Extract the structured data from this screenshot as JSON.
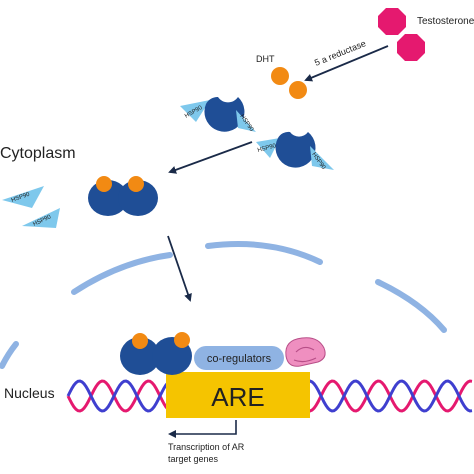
{
  "labels": {
    "testosterone": "Testosterone",
    "dht": "DHT",
    "enzyme": "5 a reductase",
    "cytoplasm": "Cytoplasm",
    "nucleus": "Nucleus",
    "hsp_a": "HSP90",
    "hsp_b": "HSP90",
    "hsp_c": "HSP90",
    "hsp_d": "HSP90",
    "hsp_e": "HSP90",
    "hsp_f": "HSP90",
    "coregulators": "co-regulators",
    "are": "ARE",
    "transcription_line1": "Transcription of AR",
    "transcription_line2": "target genes"
  },
  "colors": {
    "testosterone": "#e5196f",
    "dht": "#f28a13",
    "receptor": "#1f4e96",
    "hsp90": "#7ec8ec",
    "membrane": "#8fb3e3",
    "are_box": "#f5c400",
    "coregulator_pill": "#8fb3e3",
    "coactivator": "#ef8fc0",
    "dna_strand_1": "#e5196f",
    "dna_strand_2": "#3f3fcf",
    "arrow": "#1a2a48"
  }
}
